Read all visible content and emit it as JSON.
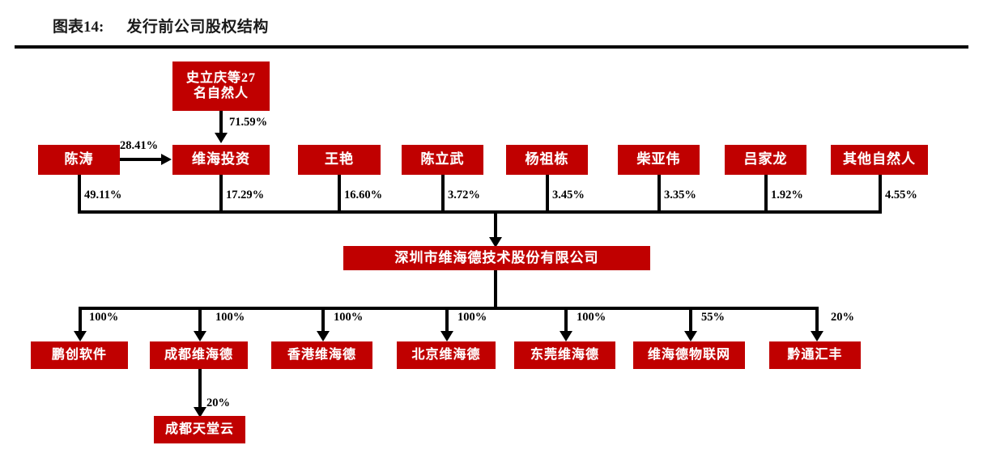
{
  "header": {
    "figure_label": "图表14:",
    "title": "发行前公司股权结构"
  },
  "diagram": {
    "type": "org-ownership-chart",
    "accent_color": "#C00000",
    "line_color": "#000000",
    "top_holder": {
      "line1": "史立庆等27",
      "line2": "名自然人"
    },
    "company": "深圳市维海德技术股份有限公司",
    "edges": {
      "natural_persons_to_weihai": "71.59%",
      "chentao_to_weihai": "28.41%"
    },
    "shareholders": [
      {
        "name": "陈涛",
        "pct": "49.11%"
      },
      {
        "name": "维海投资",
        "pct": "17.29%"
      },
      {
        "name": "王艳",
        "pct": "16.60%"
      },
      {
        "name": "陈立武",
        "pct": "3.72%"
      },
      {
        "name": "杨祖栋",
        "pct": "3.45%"
      },
      {
        "name": "柴亚伟",
        "pct": "3.35%"
      },
      {
        "name": "吕家龙",
        "pct": "1.92%"
      },
      {
        "name": "其他自然人",
        "pct": "4.55%"
      }
    ],
    "subsidiaries": [
      {
        "name": "鹏创软件",
        "pct": "100%"
      },
      {
        "name": "成都维海德",
        "pct": "100%"
      },
      {
        "name": "香港维海德",
        "pct": "100%"
      },
      {
        "name": "北京维海德",
        "pct": "100%"
      },
      {
        "name": "东莞维海德",
        "pct": "100%"
      },
      {
        "name": "维海德物联网",
        "pct": "55%"
      },
      {
        "name": "黔通汇丰",
        "pct": "20%"
      }
    ],
    "sub_subsidiary": {
      "name": "成都天堂云",
      "pct": "20%",
      "parent": "成都维海德"
    }
  }
}
